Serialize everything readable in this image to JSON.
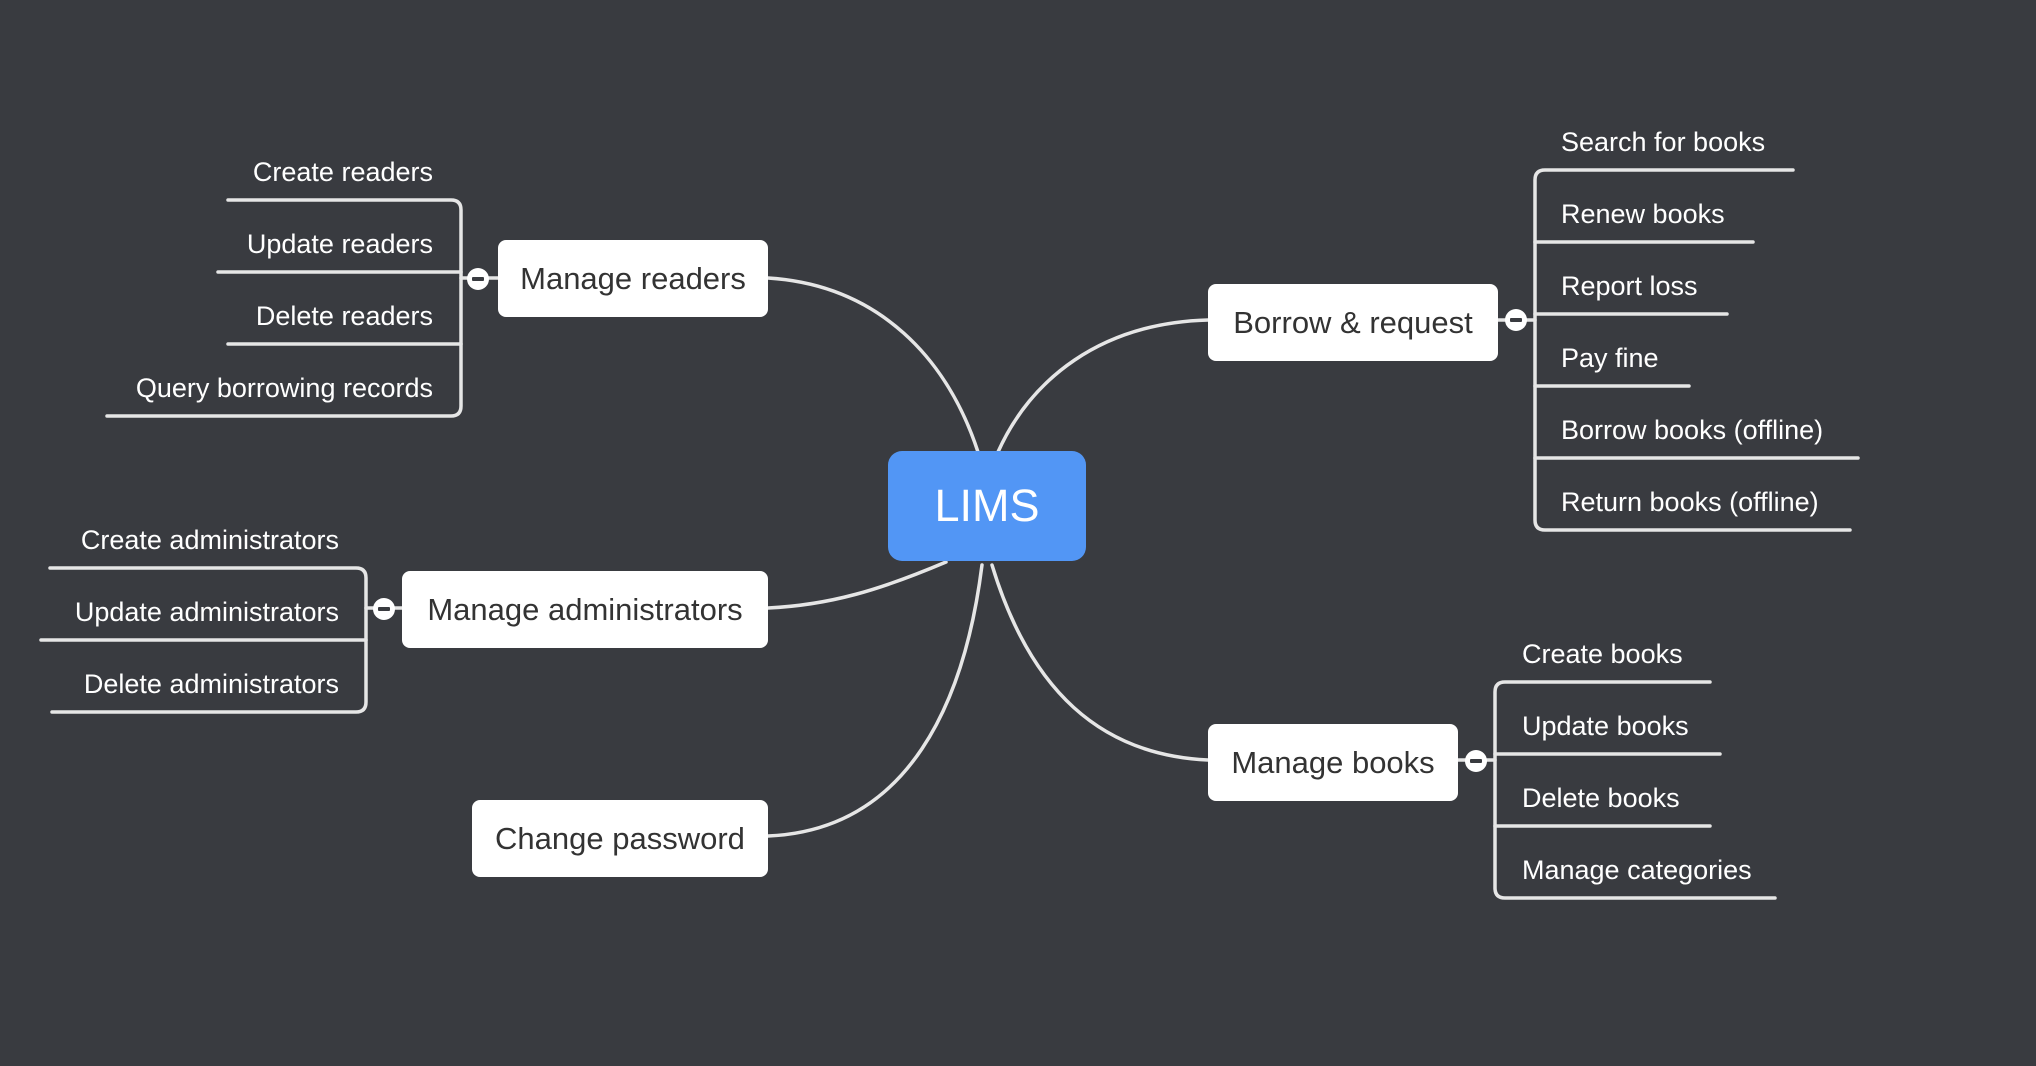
{
  "root": {
    "label": "LIMS"
  },
  "colors": {
    "background": "#393b40",
    "root_fill": "#5296f5",
    "node_fill": "#ffffff",
    "line": "#e6e6e6"
  },
  "branches": {
    "manage_readers": {
      "label": "Manage readers",
      "children": [
        "Create readers",
        "Update readers",
        "Delete readers",
        "Query borrowing records"
      ]
    },
    "manage_administrators": {
      "label": "Manage administrators",
      "children": [
        "Create administrators",
        "Update administrators",
        "Delete administrators"
      ]
    },
    "change_password": {
      "label": "Change password"
    },
    "borrow_request": {
      "label": "Borrow & request",
      "children": [
        "Search for books",
        "Renew books",
        "Report loss",
        "Pay fine",
        "Borrow books (offline)",
        "Return books (offline)"
      ]
    },
    "manage_books": {
      "label": "Manage books",
      "children": [
        "Create books",
        "Update books",
        "Delete books",
        "Manage categories"
      ]
    }
  }
}
